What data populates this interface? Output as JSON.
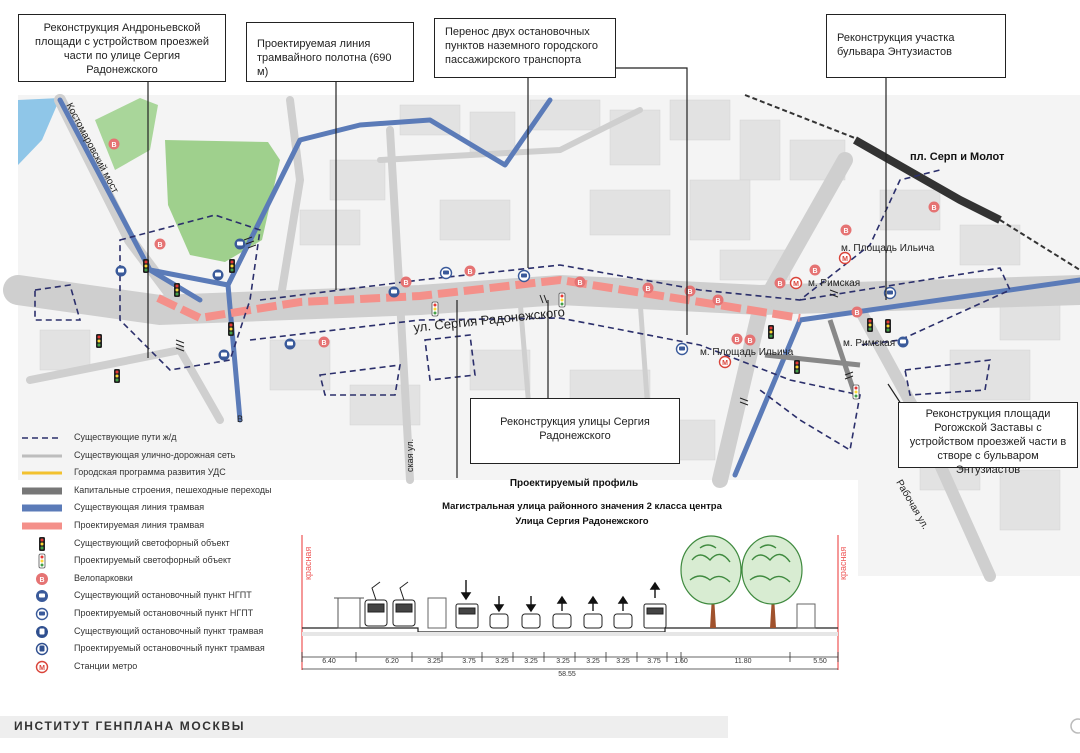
{
  "callouts": {
    "andronyevskaya": "Реконструкция Андроньевской площади с устройством проезжей части по улице Сергия Радонежского",
    "tram_line": "Проектируемая линия трамвайного полотна (690 м)",
    "stops_transfer": "Перенос двух остановочных пунктов наземного городского пассажирского транспорта",
    "boulevard": "Реконструкция участка бульвара Энтузиастов",
    "street": "Реконструкция улицы Сергия Радонежского",
    "rogozhskaya": "Реконструкция площади Рогожской Заставы с устройством проезжей части в створе с бульваром Энтузиастов"
  },
  "map_labels": {
    "kostomarovsky": "Костомаровский мост",
    "serp_molot": "пл. Серп и Молот",
    "ploshchad_ilyicha_1": "м. Площадь Ильича",
    "rimskaya_1": "м. Римская",
    "rimskaya_2": "м. Римская",
    "ploshchad_ilyicha_2": "м. Площадь Ильича",
    "street_name": "ул. Сергия Радонежского",
    "rabochaya": "Рабочая ул.",
    "skaya": "ская ул.",
    "v": "В"
  },
  "profile": {
    "heading": "Проектируемый профиль",
    "subtitle_1": "Магистральная улица районного значения 2 класса центра",
    "subtitle_2": "Улица Сергия Радонежского",
    "red_line_left": "красная",
    "red_line_right": "красная",
    "dims": [
      "6.40",
      "6.20",
      "3.25",
      "3.75",
      "3.25",
      "3.25",
      "3.25",
      "3.25",
      "3.25",
      "3.75",
      "1.60",
      "11.80",
      "5.50"
    ],
    "total": "58.55"
  },
  "legend": [
    {
      "icon": "dashed-navy-line",
      "label": "Существующие пути ж/д"
    },
    {
      "icon": "gray-thin-line",
      "label": "Существующая улично-дорожная сеть"
    },
    {
      "icon": "yellow-line",
      "label": "Городская программа развития УДС"
    },
    {
      "icon": "dark-gray-bar",
      "label": "Капитальные строения, пешеходные переходы"
    },
    {
      "icon": "blue-bar",
      "label": "Существующая линия трамвая"
    },
    {
      "icon": "salmon-bar",
      "label": "Проектируемая линия трамвая"
    },
    {
      "icon": "traffic-light-icon",
      "label": "Существующий светофорный объект"
    },
    {
      "icon": "traffic-light-projected-icon",
      "label": "Проектируемый светофорный объект"
    },
    {
      "icon": "bike-parking-icon",
      "label": "Велопарковки"
    },
    {
      "icon": "bus-stop-icon",
      "label": "Существующий остановочный пункт НГПТ"
    },
    {
      "icon": "bus-stop-projected-icon",
      "label": "Проектируемый остановочный пункт НГПТ"
    },
    {
      "icon": "tram-stop-icon",
      "label": "Существующий остановочный пункт трамвая"
    },
    {
      "icon": "tram-stop-projected-icon",
      "label": "Проектируемый остановочный пункт трамвая"
    },
    {
      "icon": "metro-icon",
      "label": "Станции метро"
    }
  ],
  "footer": "ИНСТИТУТ ГЕНПЛАНА МОСКВЫ",
  "colors": {
    "tram_existing": "#5b7bb8",
    "tram_projected": "#f4908a",
    "railway": "#2b2f6b",
    "bike": "#e57373",
    "metro": "#d9443a",
    "park": "#9fd08d",
    "water": "#8fc6e8"
  }
}
